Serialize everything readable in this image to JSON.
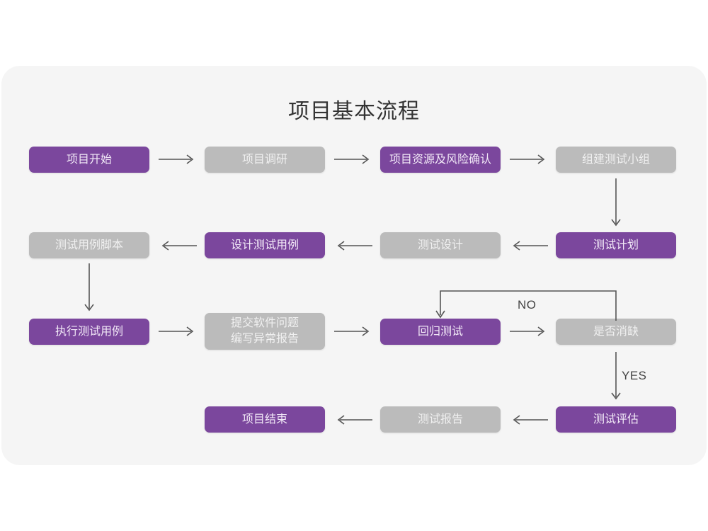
{
  "page": {
    "title": "项目基本流程",
    "background_color": "#ffffff",
    "card_color": "#f5f5f5",
    "accent_purple": "#7b479d",
    "muted_gray": "#bbbbbb",
    "arrow_color": "#555555"
  },
  "chart_data": {
    "type": "diagram",
    "title": "项目基本流程",
    "nodes": [
      {
        "id": "n1",
        "label": "项目开始",
        "style": "purple",
        "row": 1,
        "col": 1
      },
      {
        "id": "n2",
        "label": "项目调研",
        "style": "gray",
        "row": 1,
        "col": 2
      },
      {
        "id": "n3",
        "label": "项目资源及风险确认",
        "style": "purple",
        "row": 1,
        "col": 3
      },
      {
        "id": "n4",
        "label": "组建测试小组",
        "style": "gray",
        "row": 1,
        "col": 4
      },
      {
        "id": "n5",
        "label": "测试计划",
        "style": "purple",
        "row": 2,
        "col": 4
      },
      {
        "id": "n6",
        "label": "测试设计",
        "style": "gray",
        "row": 2,
        "col": 3
      },
      {
        "id": "n7",
        "label": "设计测试用例",
        "style": "purple",
        "row": 2,
        "col": 2
      },
      {
        "id": "n8",
        "label": "测试用例脚本",
        "style": "gray",
        "row": 2,
        "col": 1
      },
      {
        "id": "n9",
        "label": "执行测试用例",
        "style": "purple",
        "row": 3,
        "col": 1
      },
      {
        "id": "n10",
        "label": "提交软件问题\n编写异常报告",
        "style": "gray",
        "row": 3,
        "col": 2
      },
      {
        "id": "n11",
        "label": "回归测试",
        "style": "purple",
        "row": 3,
        "col": 3
      },
      {
        "id": "n12",
        "label": "是否消缺",
        "style": "gray",
        "row": 3,
        "col": 4
      },
      {
        "id": "n13",
        "label": "测试评估",
        "style": "purple",
        "row": 4,
        "col": 4
      },
      {
        "id": "n14",
        "label": "测试报告",
        "style": "gray",
        "row": 4,
        "col": 3
      },
      {
        "id": "n15",
        "label": "项目结束",
        "style": "purple",
        "row": 4,
        "col": 2
      }
    ],
    "edges": [
      {
        "from": "n1",
        "to": "n2",
        "label": "",
        "direction": "right"
      },
      {
        "from": "n2",
        "to": "n3",
        "label": "",
        "direction": "right"
      },
      {
        "from": "n3",
        "to": "n4",
        "label": "",
        "direction": "right"
      },
      {
        "from": "n4",
        "to": "n5",
        "label": "",
        "direction": "down"
      },
      {
        "from": "n5",
        "to": "n6",
        "label": "",
        "direction": "left"
      },
      {
        "from": "n6",
        "to": "n7",
        "label": "",
        "direction": "left"
      },
      {
        "from": "n7",
        "to": "n8",
        "label": "",
        "direction": "left"
      },
      {
        "from": "n8",
        "to": "n9",
        "label": "",
        "direction": "down"
      },
      {
        "from": "n9",
        "to": "n10",
        "label": "",
        "direction": "right"
      },
      {
        "from": "n10",
        "to": "n11",
        "label": "",
        "direction": "right"
      },
      {
        "from": "n11",
        "to": "n12",
        "label": "",
        "direction": "right"
      },
      {
        "from": "n12",
        "to": "n11",
        "label": "NO",
        "direction": "loop-up-left"
      },
      {
        "from": "n12",
        "to": "n13",
        "label": "YES",
        "direction": "down"
      },
      {
        "from": "n13",
        "to": "n14",
        "label": "",
        "direction": "left"
      },
      {
        "from": "n14",
        "to": "n15",
        "label": "",
        "direction": "left"
      }
    ],
    "edge_labels": [
      "NO",
      "YES"
    ]
  },
  "labels": {
    "no": "NO",
    "yes": "YES"
  },
  "nodes": {
    "n1": "项目开始",
    "n2": "项目调研",
    "n3": "项目资源及风险确认",
    "n4": "组建测试小组",
    "n5": "测试计划",
    "n6": "测试设计",
    "n7": "设计测试用例",
    "n8": "测试用例脚本",
    "n9": "执行测试用例",
    "n10_line1": "提交软件问题",
    "n10_line2": "编写异常报告",
    "n11": "回归测试",
    "n12": "是否消缺",
    "n13": "测试评估",
    "n14": "测试报告",
    "n15": "项目结束"
  }
}
